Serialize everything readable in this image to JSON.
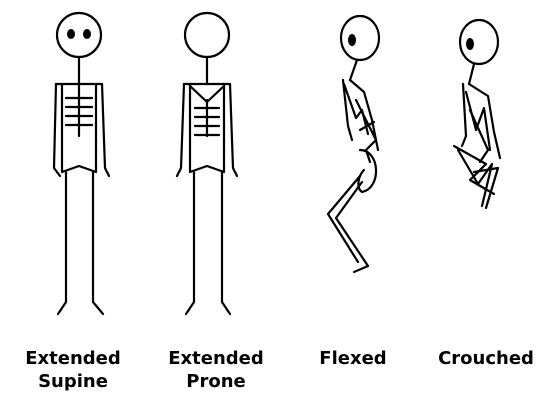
{
  "figures": [
    {
      "label_line1": "Extended",
      "label_line2": "Supine"
    },
    {
      "label_line1": "Extended",
      "label_line2": "Prone"
    },
    {
      "label_line1": "Flexed",
      "label_line2": ""
    },
    {
      "label_line1": "Crouched",
      "label_line2": ""
    }
  ]
}
